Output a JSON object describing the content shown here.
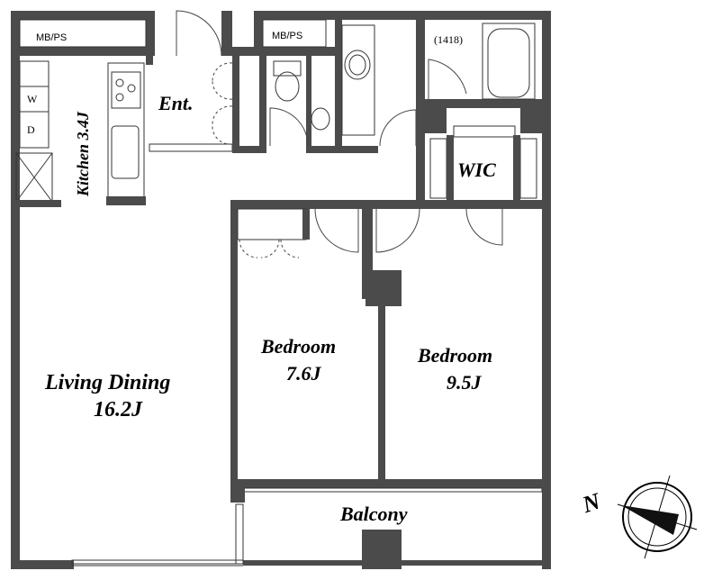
{
  "rooms": {
    "mbps_left": "MB/PS",
    "mbps_right": "MB/PS",
    "tub_code": "(1418)",
    "washer": "W",
    "dryer": "D",
    "kitchen": "Kitchen 3.4J",
    "entrance": "Ent.",
    "wic": "WIC",
    "living_line1": "Living Dining",
    "living_line2": "16.2J",
    "bedroom1_line1": "Bedroom",
    "bedroom1_line2": "7.6J",
    "bedroom2_line1": "Bedroom",
    "bedroom2_line2": "9.5J",
    "balcony": "Balcony"
  },
  "compass": {
    "north_label": "N"
  }
}
